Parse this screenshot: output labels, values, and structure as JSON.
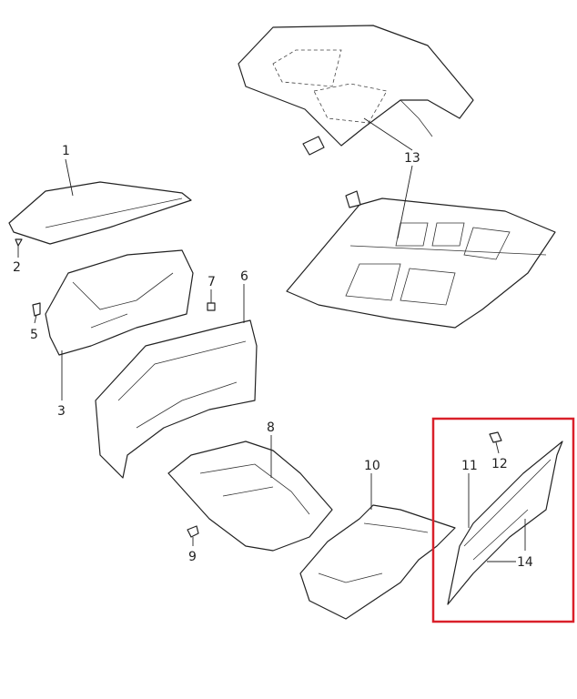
{
  "callouts": [
    "1",
    "2",
    "3",
    "5",
    "7",
    "6",
    "13",
    "8",
    "10",
    "11",
    "12",
    "9",
    "14"
  ],
  "highlight": {
    "color": "#d9202a",
    "parts": [
      "11",
      "12",
      "14"
    ]
  }
}
